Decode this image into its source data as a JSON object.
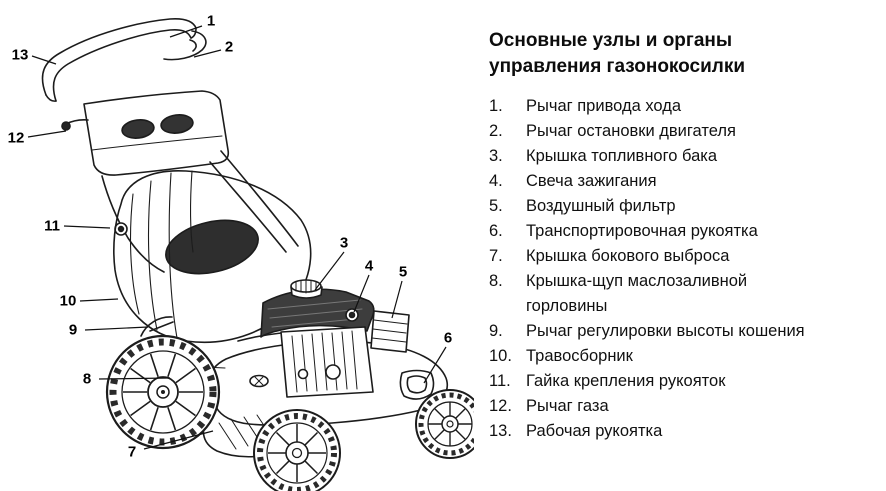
{
  "legend": {
    "title": "Основные узлы и органы\nуправления газонокосилки",
    "items": [
      {
        "n": "1.",
        "text": "Рычаг привода хода"
      },
      {
        "n": "2.",
        "text": "Рычаг остановки двигателя"
      },
      {
        "n": "3.",
        "text": "Крышка топливного бака"
      },
      {
        "n": "4.",
        "text": "Свеча зажигания"
      },
      {
        "n": "5.",
        "text": "Воздушный фильтр"
      },
      {
        "n": "6.",
        "text": "Транспортировочная рукоятка"
      },
      {
        "n": "7.",
        "text": "Крышка бокового выброса"
      },
      {
        "n": "8.",
        "text": "Крышка-щуп маслозаливной\nгорловины"
      },
      {
        "n": "9.",
        "text": "Рычаг регулировки высоты кошения"
      },
      {
        "n": "10.",
        "text": "Травосборник"
      },
      {
        "n": "11.",
        "text": "Гайка крепления рукояток"
      },
      {
        "n": "12.",
        "text": "Рычаг газа"
      },
      {
        "n": "13.",
        "text": "Рабочая рукоятка"
      }
    ]
  },
  "diagram": {
    "callouts": [
      "1",
      "2",
      "3",
      "4",
      "5",
      "6",
      "7",
      "8",
      "9",
      "10",
      "11",
      "12",
      "13"
    ]
  }
}
